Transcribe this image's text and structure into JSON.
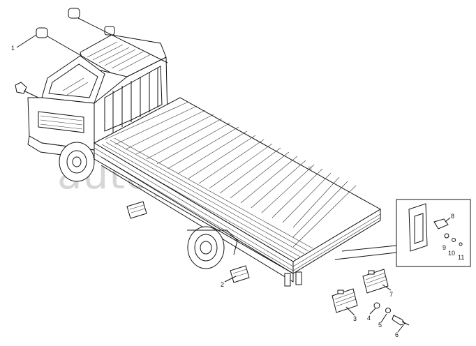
{
  "diagram": {
    "watermark": "autoparts.ru",
    "callouts": [
      {
        "id": "c1",
        "label": "1"
      },
      {
        "id": "c2",
        "label": "2"
      },
      {
        "id": "c3",
        "label": "3"
      },
      {
        "id": "c4",
        "label": "4"
      },
      {
        "id": "c5",
        "label": "5"
      },
      {
        "id": "c6",
        "label": "6"
      },
      {
        "id": "c7",
        "label": "7"
      },
      {
        "id": "c8",
        "label": "8"
      },
      {
        "id": "c9",
        "label": "9"
      },
      {
        "id": "c10",
        "label": "10"
      },
      {
        "id": "c11",
        "label": "11"
      }
    ]
  }
}
